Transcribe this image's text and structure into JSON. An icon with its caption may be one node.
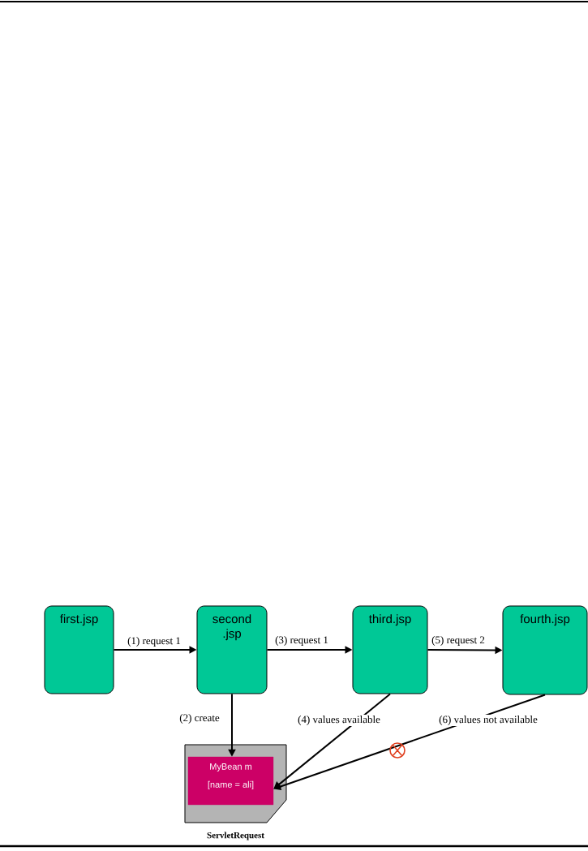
{
  "diagram": {
    "nodes": [
      {
        "text": [
          "first.jsp"
        ]
      },
      {
        "text": [
          "second .jsp"
        ]
      },
      {
        "text": [
          "third.jsp"
        ]
      },
      {
        "text": [
          "fourth.jsp"
        ]
      },
      {
        "text": [
          "ServletRequest"
        ]
      },
      {
        "text": [
          "MyBean m",
          "[name = ali]"
        ],
        "in": 4
      }
    ],
    "edges": [
      {
        "from": 0,
        "to": 1,
        "arrow": "to",
        "label": "(1) request 1"
      },
      {
        "from": 1,
        "to": 2,
        "arrow": "to",
        "label": "(3) request 1"
      },
      {
        "from": 2,
        "to": 3,
        "arrow": "to",
        "label": "(5) request 2"
      },
      {
        "from": 1,
        "to": 5,
        "arrow": "to",
        "label": "(2) create"
      },
      {
        "from": 2,
        "to": 5,
        "arrow": "to",
        "label": "(4) values available"
      },
      {
        "from": 3,
        "to": 5,
        "arrow": "to",
        "label": "(6) values not available"
      }
    ]
  }
}
